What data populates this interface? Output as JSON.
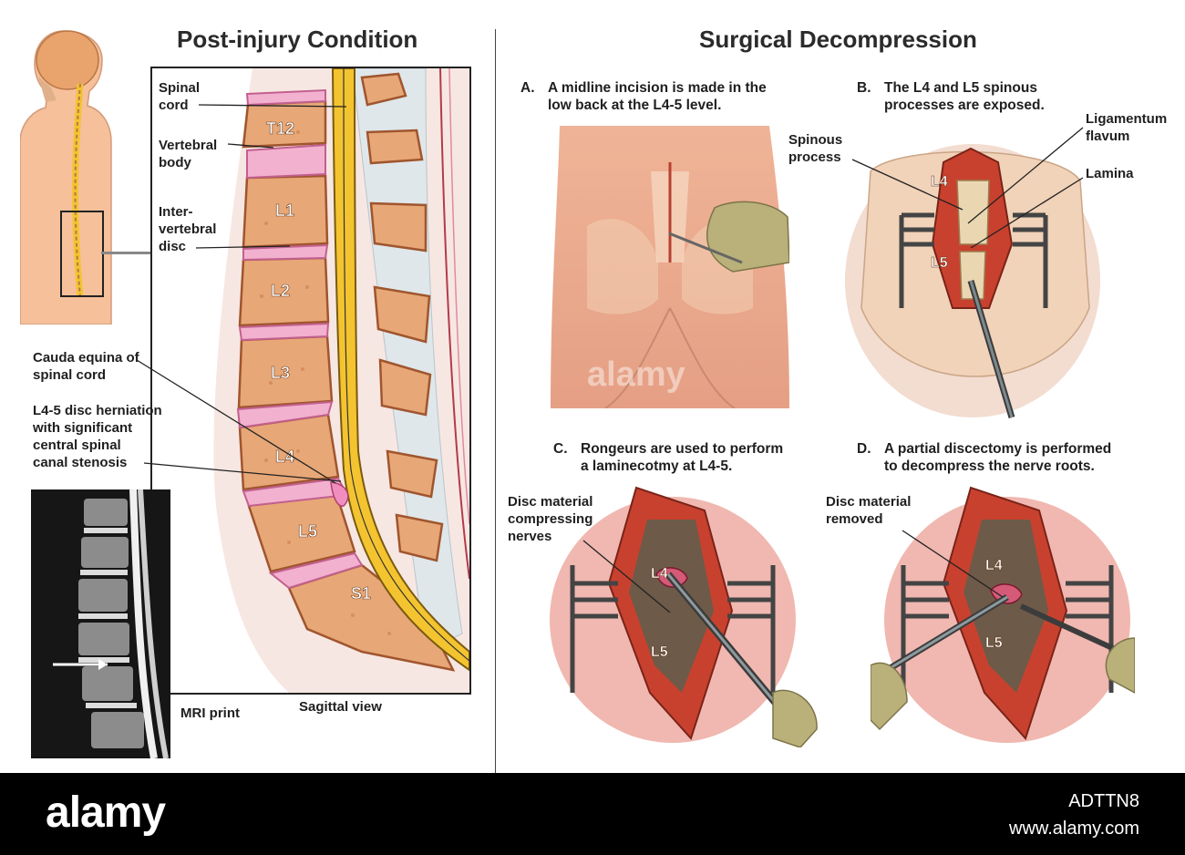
{
  "left": {
    "title": "Post-injury Condition",
    "labels": {
      "spinal_cord": "Spinal\ncord",
      "vertebral_body": "Vertebral\nbody",
      "intervertebral_disc": "Inter-\nvertebral\ndisc",
      "cauda_equina": "Cauda equina of\nspinal cord",
      "herniation": "L4-5 disc herniation\nwith significant\ncentral spinal\ncanal stenosis",
      "mri_print": "MRI print",
      "sagittal_view": "Sagittal view"
    },
    "vertebrae": [
      "T12",
      "L1",
      "L2",
      "L3",
      "L4",
      "L5",
      "S1"
    ]
  },
  "right": {
    "title": "Surgical Decompression",
    "steps": [
      {
        "letter": "A.",
        "text": "A midline incision is made in the\nlow back at the L4-5 level."
      },
      {
        "letter": "B.",
        "text": "The L4 and L5 spinous\nprocesses are exposed."
      },
      {
        "letter": "C.",
        "text": "Rongeurs are used to perform\na laminecotmy at L4-5."
      },
      {
        "letter": "D.",
        "text": "A partial discectomy is performed\nto decompress the nerve roots."
      }
    ],
    "labels": {
      "spinous_process": "Spinous\nprocess",
      "ligamentum_flavum": "Ligamentum\nflavum",
      "lamina": "Lamina",
      "disc_compressing": "Disc material\ncompressing\nnerves",
      "disc_removed": "Disc material\nremoved"
    },
    "level_labels": {
      "l4": "L4",
      "l5": "L5"
    }
  },
  "watermark": "alamy",
  "footer": {
    "logo": "alamy",
    "image_id": "ADTTN8",
    "site": "www.alamy.com"
  },
  "colors": {
    "bone": "#e0a36a",
    "disc": "#f0a8c8",
    "cord": "#f4c430",
    "skin": "#f2b79a",
    "tissue": "#c8412f"
  }
}
